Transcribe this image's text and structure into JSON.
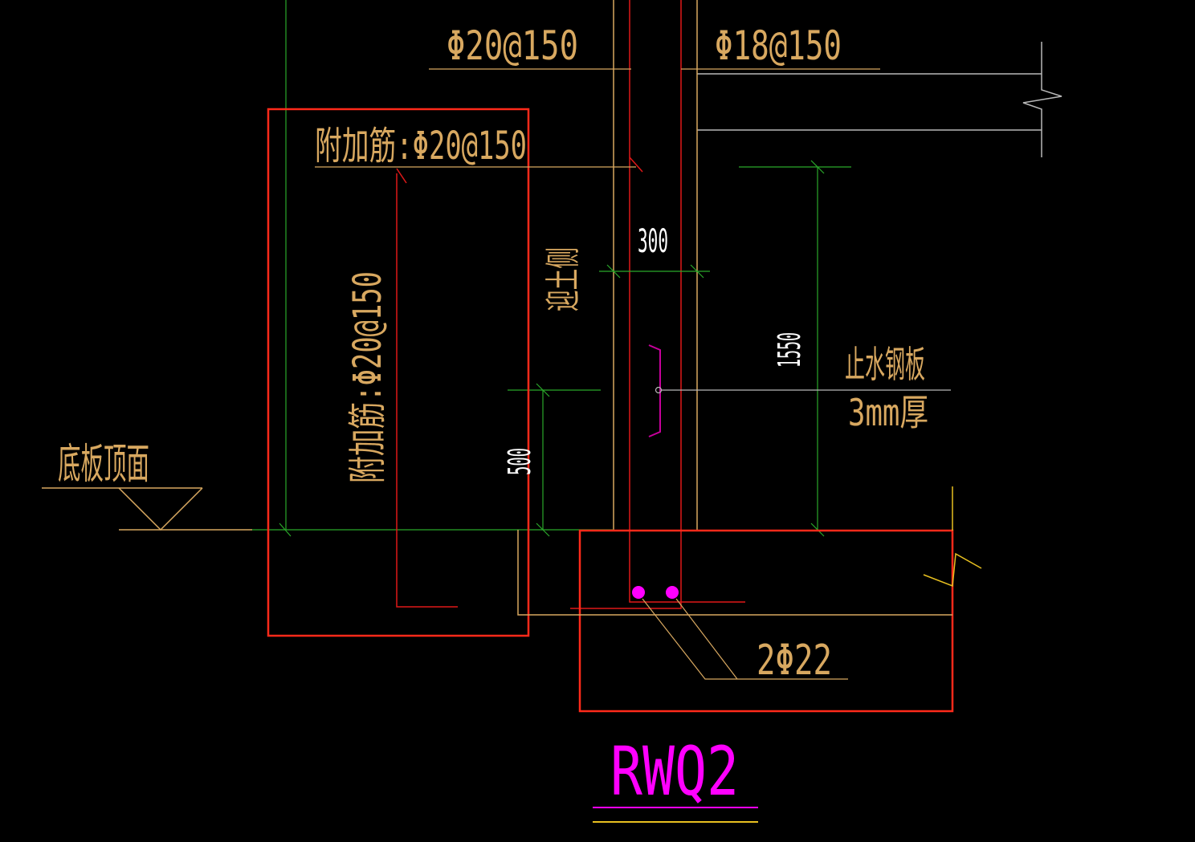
{
  "colors": {
    "background": "#000000",
    "outline_red": "#ff2a1a",
    "rebar_red": "#e01818",
    "tan": "#d8a860",
    "green": "#2aa82a",
    "grey": "#b8b8b8",
    "white": "#ffffff",
    "yellow": "#e8c020",
    "magenta": "#ff00ff",
    "magenta_dark": "#c8009c"
  },
  "labels": {
    "top_left_rebar": "Φ20@150",
    "top_right_rebar": "Φ18@150",
    "extra_bar_horizontal": "附加筋:Φ20@150",
    "extra_bar_vertical": "附加筋:Φ20@150",
    "earth_side": "迎土侧",
    "dim_wall_thickness": "300",
    "dim_height_1550": "1550",
    "dim_height_500": "500",
    "waterstop_line1": "止水钢板",
    "waterstop_line2": "3mm厚",
    "slab_top": "底板顶面",
    "bottom_rebar": "2Φ22",
    "section_name": "RWQ2"
  }
}
